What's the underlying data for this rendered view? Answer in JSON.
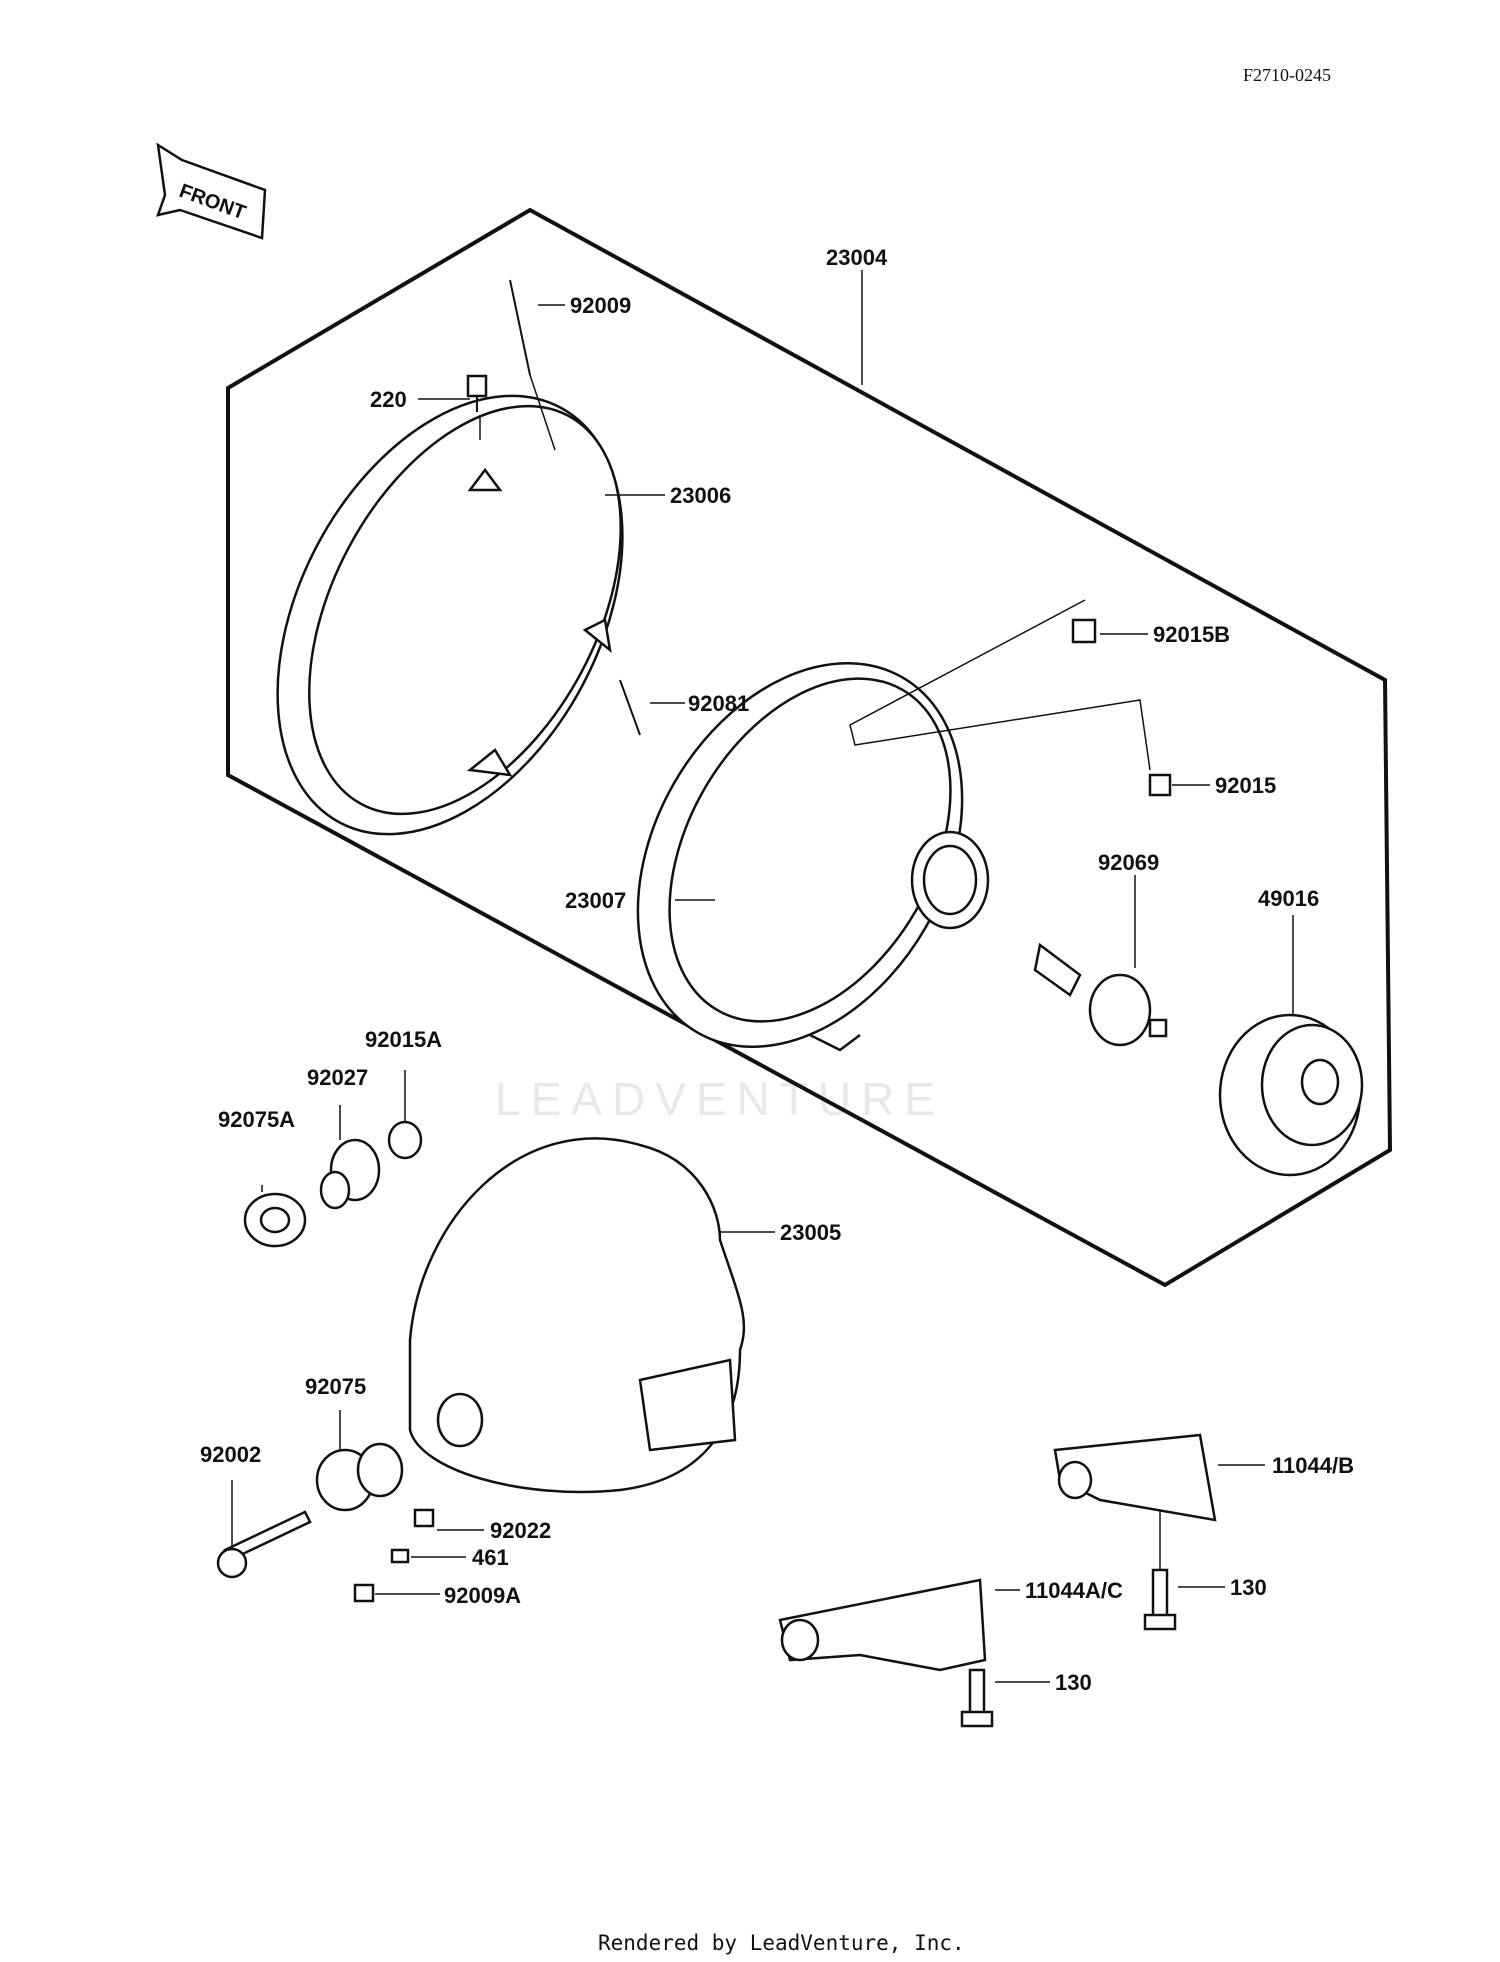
{
  "diagram": {
    "code": "F2710-0245",
    "front_label": "FRONT",
    "watermark": "LEADVENTURE",
    "footer": "Rendered by LeadVenture, Inc.",
    "colors": {
      "ink": "#111111",
      "watermark": "#e8e8e8",
      "background": "#ffffff"
    },
    "parts": {
      "p23004": "23004",
      "p92009": "92009",
      "p220": "220",
      "p23006": "23006",
      "p92081": "92081",
      "p92015B": "92015B",
      "p92015": "92015",
      "p23007": "23007",
      "p92069": "92069",
      "p49016": "49016",
      "p92015A": "92015A",
      "p92027": "92027",
      "p92075A": "92075A",
      "p23005": "23005",
      "p92075": "92075",
      "p92002": "92002",
      "p92022": "92022",
      "p461": "461",
      "p92009A": "92009A",
      "p11044B": "11044/B",
      "p130a": "130",
      "p11044AC": "11044A/C",
      "p130b": "130"
    }
  }
}
